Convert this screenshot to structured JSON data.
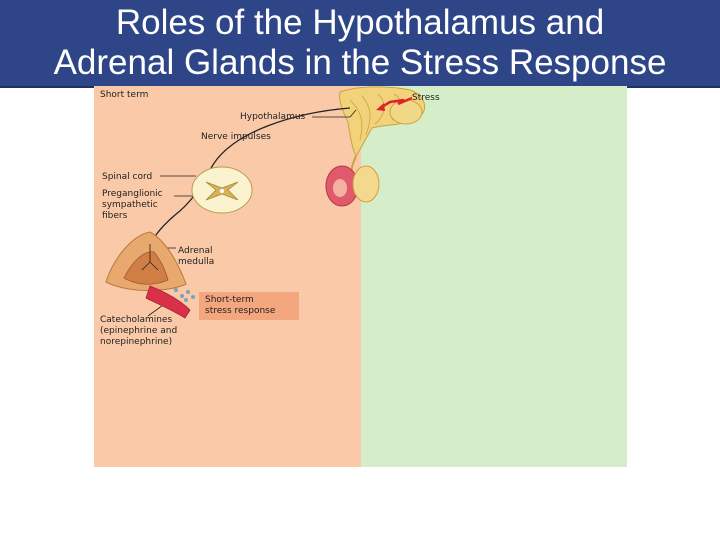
{
  "slide": {
    "title": "Roles of the Hypothalamus and\nAdrenal Glands in the Stress Response"
  },
  "diagram": {
    "short_term": "Short term",
    "stress": "Stress",
    "hypothalamus": "Hypothalamus",
    "nerve_impulses": "Nerve impulses",
    "spinal_cord": "Spinal cord",
    "preganglionic": "Preganglionic\nsympathetic\nfibers",
    "adrenal_medulla": "Adrenal\nmedulla",
    "catecholamines": "Catecholamines\n(epinephrine and\nnorepinephrine)",
    "short_term_response": "Short-term\nstress response"
  },
  "colors": {
    "title_bg": "#2e4687",
    "short_term_panel": "#f9c9a8",
    "long_term_panel": "#d5edc9",
    "response_box": "#f4a77e"
  }
}
